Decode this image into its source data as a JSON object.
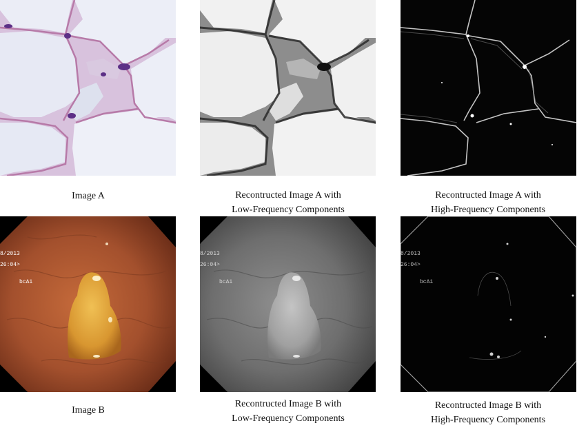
{
  "captions": {
    "image_a": "Image A",
    "recon_a_low_1": "Recontructed Image A with",
    "recon_a_low_2": "Low-Frequency Components",
    "recon_a_high_1": "Recontructed Image A with",
    "recon_a_high_2": "High-Frequency Components",
    "image_b": "Image B",
    "recon_b_low_1": "Recontructed Image B with",
    "recon_b_low_2": "Low-Frequency Components",
    "recon_b_high_1": "Recontructed Image B with",
    "recon_b_high_2": "High-Frequency Components"
  },
  "overlay_text": {
    "date": "8/2013",
    "time": "26:04>",
    "code": "bcA1"
  },
  "colors": {
    "histology_background": "#e9ecf5",
    "histology_membrane": "#c77fb0",
    "histology_nucleus": "#6b3a8f",
    "endoscopy_tissue": "#a8512c",
    "polyp": "#d9982c",
    "frame_black": "#000000"
  }
}
